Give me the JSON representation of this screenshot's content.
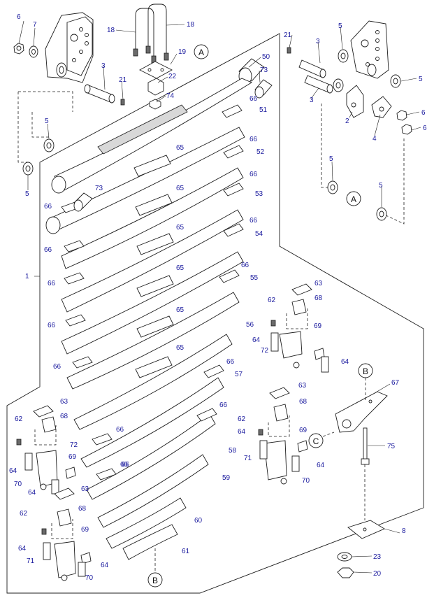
{
  "callouts": [
    {
      "id": "c1",
      "label": "6"
    },
    {
      "id": "c2",
      "label": "7"
    },
    {
      "id": "c3",
      "label": "18"
    },
    {
      "id": "c4",
      "label": "18"
    },
    {
      "id": "c5",
      "label": "19"
    },
    {
      "id": "c6",
      "label": "3"
    },
    {
      "id": "c7",
      "label": "21"
    },
    {
      "id": "c8",
      "label": "22"
    },
    {
      "id": "c9",
      "label": "74"
    },
    {
      "id": "c10",
      "label": "50"
    },
    {
      "id": "c11",
      "label": "73"
    },
    {
      "id": "c12",
      "label": "5"
    },
    {
      "id": "c13",
      "label": "5"
    },
    {
      "id": "c14",
      "label": "1"
    },
    {
      "id": "c15",
      "label": "21"
    },
    {
      "id": "c16",
      "label": "3"
    },
    {
      "id": "c17",
      "label": "5"
    },
    {
      "id": "c18",
      "label": "3"
    },
    {
      "id": "c19",
      "label": "5"
    },
    {
      "id": "c20",
      "label": "2"
    },
    {
      "id": "c21",
      "label": "4"
    },
    {
      "id": "c22",
      "label": "6"
    },
    {
      "id": "c23",
      "label": "6"
    },
    {
      "id": "c24",
      "label": "5"
    },
    {
      "id": "c25",
      "label": "5"
    },
    {
      "id": "c26",
      "label": "66"
    },
    {
      "id": "c27",
      "label": "51"
    },
    {
      "id": "c28",
      "label": "65"
    },
    {
      "id": "c29",
      "label": "66"
    },
    {
      "id": "c30",
      "label": "52"
    },
    {
      "id": "c31",
      "label": "66"
    },
    {
      "id": "c32",
      "label": "73"
    },
    {
      "id": "c33",
      "label": "65"
    },
    {
      "id": "c34",
      "label": "66"
    },
    {
      "id": "c35",
      "label": "66"
    },
    {
      "id": "c36",
      "label": "53"
    },
    {
      "id": "c37",
      "label": "65"
    },
    {
      "id": "c38",
      "label": "66"
    },
    {
      "id": "c39",
      "label": "66"
    },
    {
      "id": "c40",
      "label": "54"
    },
    {
      "id": "c41",
      "label": "65"
    },
    {
      "id": "c42",
      "label": "66"
    },
    {
      "id": "c43",
      "label": "66"
    },
    {
      "id": "c44",
      "label": "55"
    },
    {
      "id": "c45",
      "label": "65"
    },
    {
      "id": "c46",
      "label": "66"
    },
    {
      "id": "c47",
      "label": "63"
    },
    {
      "id": "c48",
      "label": "68"
    },
    {
      "id": "c49",
      "label": "62"
    },
    {
      "id": "c50",
      "label": "69"
    },
    {
      "id": "c51",
      "label": "64"
    },
    {
      "id": "c52",
      "label": "72"
    },
    {
      "id": "c53",
      "label": "64"
    },
    {
      "id": "c54",
      "label": "56"
    },
    {
      "id": "c55",
      "label": "65"
    },
    {
      "id": "c56",
      "label": "66"
    },
    {
      "id": "c57",
      "label": "66"
    },
    {
      "id": "c58",
      "label": "57"
    },
    {
      "id": "c59",
      "label": "67"
    },
    {
      "id": "c60",
      "label": "63"
    },
    {
      "id": "c61",
      "label": "66"
    },
    {
      "id": "c62",
      "label": "63"
    },
    {
      "id": "c63",
      "label": "68"
    },
    {
      "id": "c64",
      "label": "68"
    },
    {
      "id": "c65",
      "label": "62"
    },
    {
      "id": "c66",
      "label": "66"
    },
    {
      "id": "c67",
      "label": "62"
    },
    {
      "id": "c68",
      "label": "69"
    },
    {
      "id": "c69",
      "label": "75"
    },
    {
      "id": "c70",
      "label": "72"
    },
    {
      "id": "c71",
      "label": "64"
    },
    {
      "id": "c72",
      "label": "64"
    },
    {
      "id": "c73",
      "label": "58"
    },
    {
      "id": "c74",
      "label": "69"
    },
    {
      "id": "c75",
      "label": "71"
    },
    {
      "id": "c76",
      "label": "64"
    },
    {
      "id": "c77",
      "label": "66"
    },
    {
      "id": "c78",
      "label": "70"
    },
    {
      "id": "c79",
      "label": "64"
    },
    {
      "id": "c80",
      "label": "70"
    },
    {
      "id": "c81",
      "label": "59"
    },
    {
      "id": "c82",
      "label": "63"
    },
    {
      "id": "c83",
      "label": "68"
    },
    {
      "id": "c84",
      "label": "60"
    },
    {
      "id": "c85",
      "label": "62"
    },
    {
      "id": "c86",
      "label": "69"
    },
    {
      "id": "c87",
      "label": "8"
    },
    {
      "id": "c88",
      "label": "64"
    },
    {
      "id": "c89",
      "label": "61"
    },
    {
      "id": "c90",
      "label": "23"
    },
    {
      "id": "c91",
      "label": "71"
    },
    {
      "id": "c92",
      "label": "64"
    },
    {
      "id": "c93",
      "label": "70"
    },
    {
      "id": "c94",
      "label": "20"
    }
  ],
  "refs": [
    {
      "id": "r1",
      "label": "A"
    },
    {
      "id": "r2",
      "label": "A"
    },
    {
      "id": "r3",
      "label": "B"
    },
    {
      "id": "r4",
      "label": "C"
    },
    {
      "id": "r5",
      "label": "B"
    }
  ]
}
